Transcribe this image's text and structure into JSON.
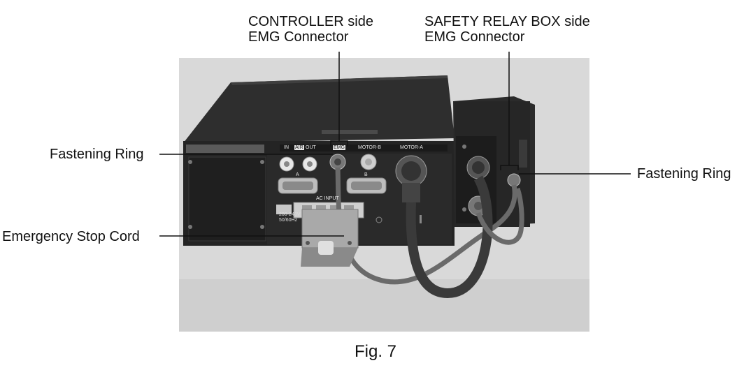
{
  "labels": {
    "controller_line1": "CONTROLLER side",
    "controller_line2": "EMG Connector",
    "relay_line1": "SAFETY RELAY BOX side",
    "relay_line2": "EMG Connector",
    "fastening_ring_left": "Fastening Ring",
    "fastening_ring_right": "Fastening Ring",
    "emergency_stop_cord": "Emergency Stop Cord"
  },
  "device_markings": {
    "air_in": "IN",
    "air": "AIR",
    "air_out": "OUT",
    "emg": "EMG",
    "motor_b": "MOTOR-B",
    "motor_a": "MOTOR-A",
    "ac_input": "AC INPUT",
    "ac_rating": "200-240V",
    "freq": "50/60Hz",
    "port_a": "A",
    "port_b": "B"
  },
  "caption": "Fig. 7"
}
